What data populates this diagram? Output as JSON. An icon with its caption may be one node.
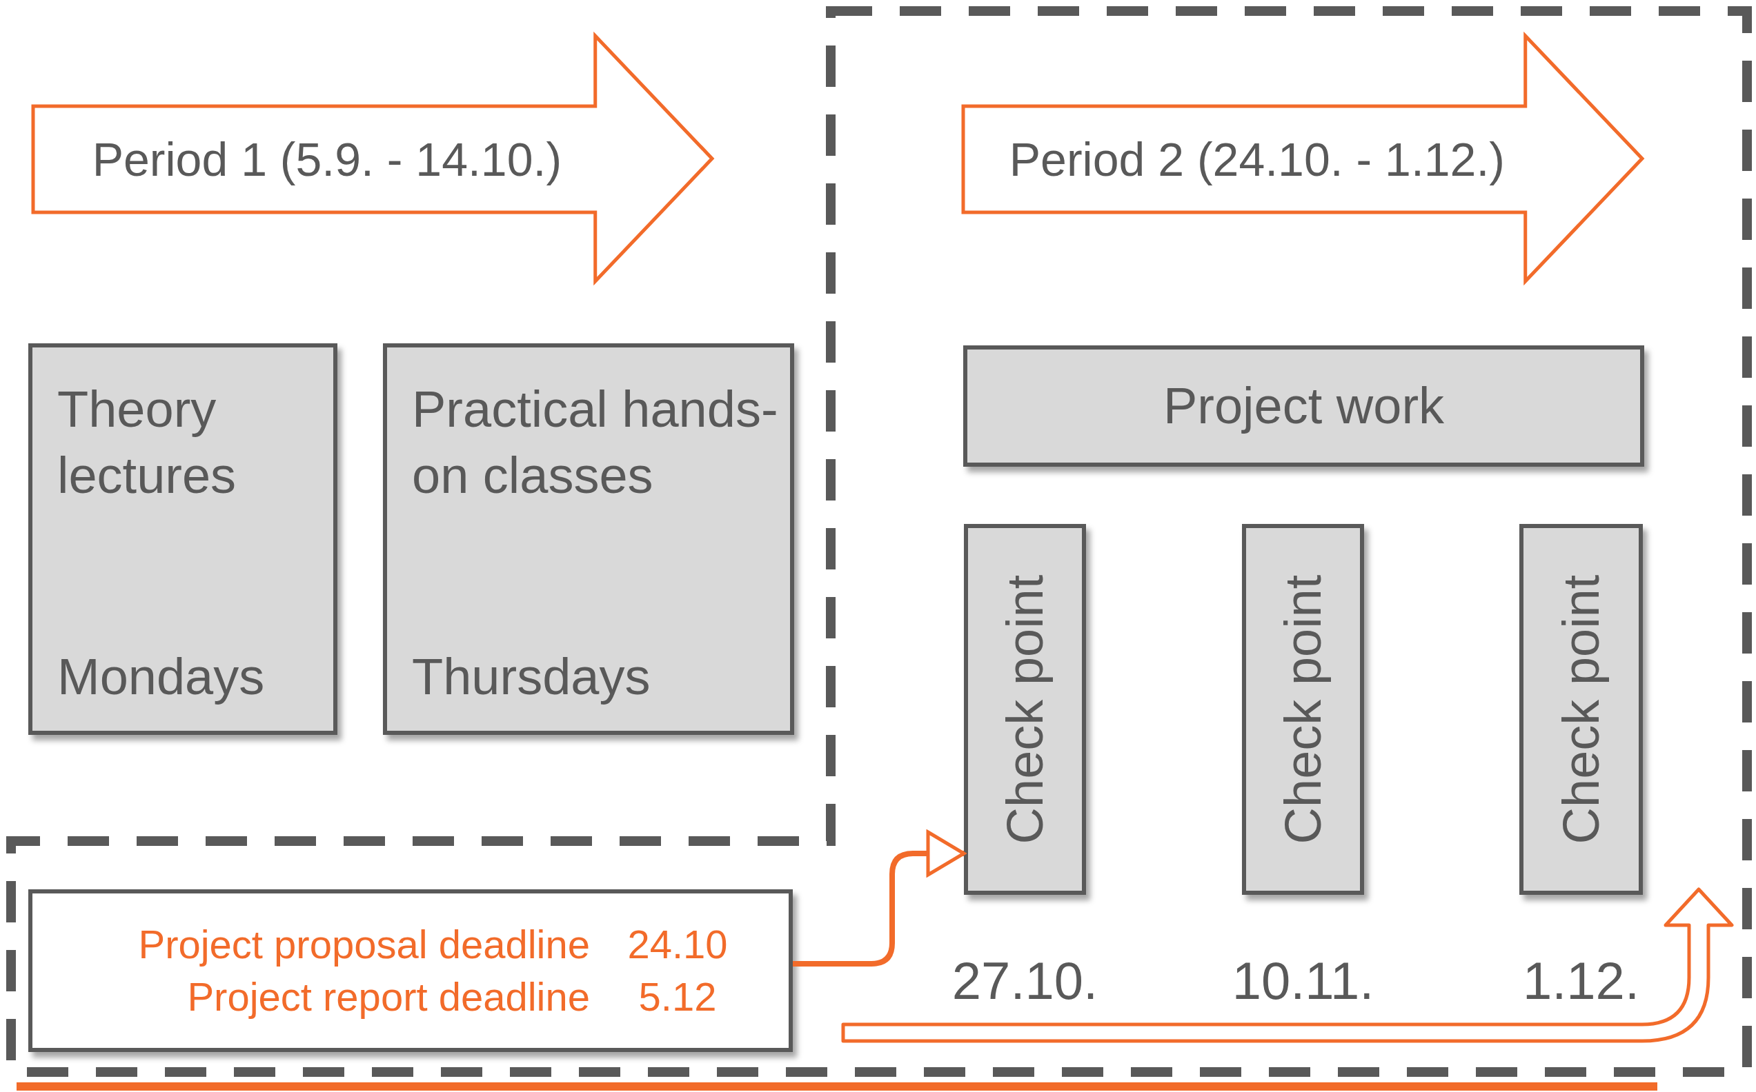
{
  "diagram": {
    "nodes": [
      {
        "text": [
          "Period 1 (5.9. - 14.10.)"
        ]
      },
      {
        "text": [
          "Theory lectures",
          "Mondays"
        ]
      },
      {
        "text": [
          "Practical hands-on classes",
          "Thursdays"
        ]
      },
      {
        "text": [],
        "shape": "box"
      },
      {
        "text": [
          "Period 2 (24.10. - 1.12.)"
        ],
        "in": 3
      },
      {
        "text": [
          "Project work"
        ],
        "in": 3
      },
      {
        "text": [
          "Check point"
        ],
        "in": 3,
        "beside": [
          "27.10."
        ]
      },
      {
        "text": [
          "Check point"
        ],
        "in": 3,
        "beside": [
          "10.11."
        ]
      },
      {
        "text": [
          "Check point"
        ],
        "in": 3,
        "beside": [
          "1.12."
        ]
      },
      {
        "text": [
          "Project proposal deadline",
          "24.10",
          "Project report deadline",
          "5.12"
        ],
        "in": 3
      }
    ],
    "edges": [
      {
        "from": 9,
        "to": 6,
        "arrow": "to"
      }
    ]
  }
}
